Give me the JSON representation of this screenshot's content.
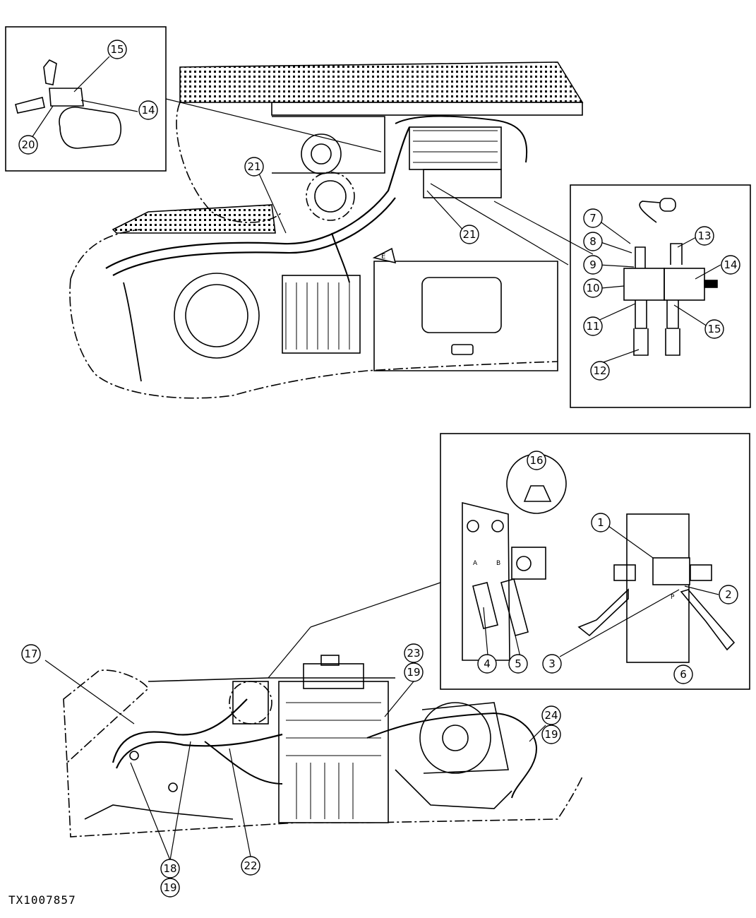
{
  "figure_id": "TX1007857",
  "callouts": {
    "c1": "1",
    "c2": "2",
    "c3": "3",
    "c4": "4",
    "c5": "5",
    "c6": "6",
    "c7": "7",
    "c8": "8",
    "c9": "9",
    "c10": "10",
    "c11": "11",
    "c12": "12",
    "c13": "13",
    "c14a": "14",
    "c14b": "14",
    "c15a": "15",
    "c15b": "15",
    "c16": "16",
    "c17": "17",
    "c18": "18",
    "c19a": "19",
    "c19b": "19",
    "c19c": "19",
    "c20": "20",
    "c21a": "21",
    "c21b": "21",
    "c22": "22",
    "c23": "23",
    "c24": "24"
  },
  "port_labels": {
    "a": "A",
    "b": "B",
    "p": "P"
  },
  "arrow_label": "E"
}
